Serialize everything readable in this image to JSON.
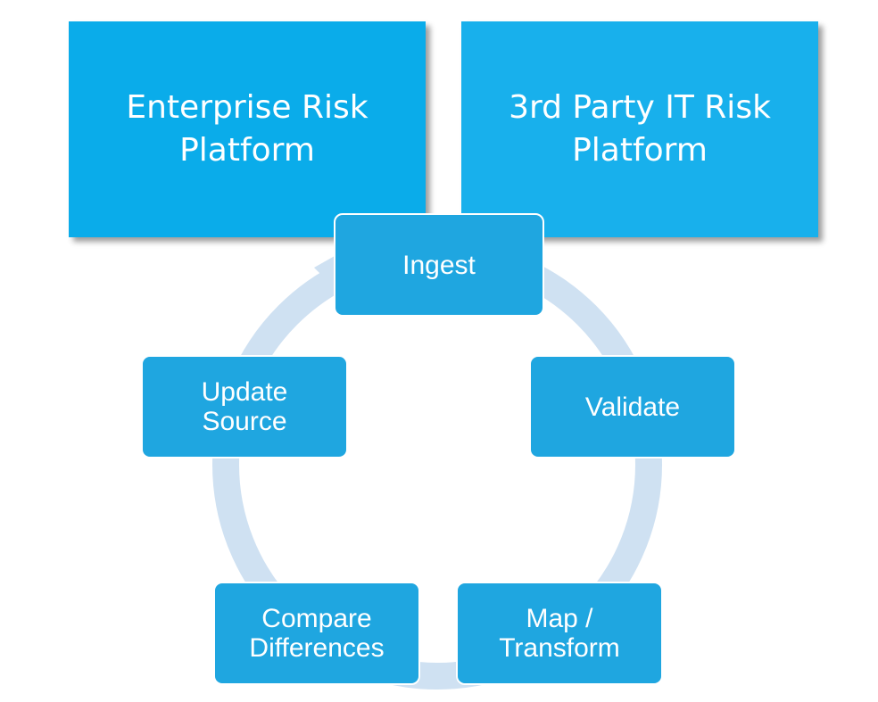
{
  "platforms": {
    "left": "Enterprise Risk\nPlatform",
    "right": "3rd Party IT Risk\nPlatform"
  },
  "cycle": {
    "steps": [
      "Ingest",
      "Validate",
      "Map /\nTransform",
      "Compare\nDifferences",
      "Update\nSource"
    ]
  },
  "colors": {
    "platform_fill": "#0aacea",
    "step_fill": "#1fa6e0",
    "ring": "#cfe1f2",
    "text": "#ffffff"
  }
}
